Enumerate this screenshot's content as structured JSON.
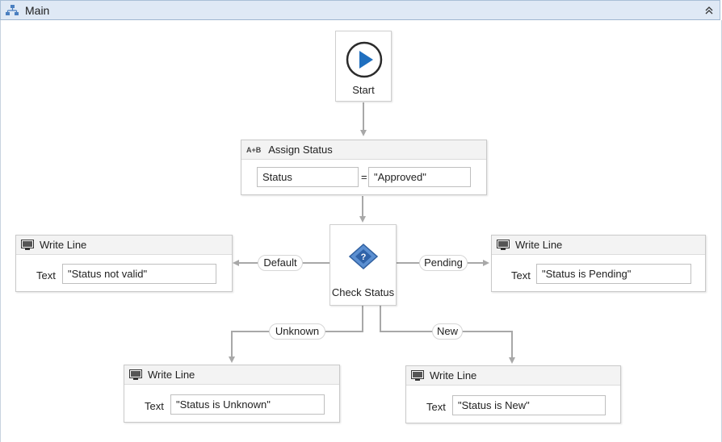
{
  "window": {
    "title": "Main",
    "collapse_icon": "double-chevron-up-icon"
  },
  "start": {
    "label": "Start",
    "icon": "play-icon"
  },
  "assign": {
    "title": "Assign Status",
    "icon_text": "A+B",
    "to": "Status",
    "operator": "=",
    "value": "\"Approved\""
  },
  "switch": {
    "label": "Check Status",
    "icon": "switch-diamond-icon"
  },
  "cases": {
    "default": "Default",
    "pending": "Pending",
    "unknown": "Unknown",
    "new": "New"
  },
  "write_lines": {
    "default": {
      "title": "Write Line",
      "text_label": "Text",
      "text_value": "\"Status not valid\""
    },
    "pending": {
      "title": "Write Line",
      "text_label": "Text",
      "text_value": "\"Status is Pending\""
    },
    "unknown": {
      "title": "Write Line",
      "text_label": "Text",
      "text_value": "\"Status is Unknown\""
    },
    "new": {
      "title": "Write Line",
      "text_label": "Text",
      "text_value": "\"Status is New\""
    }
  },
  "colors": {
    "accent": "#1f6fbf",
    "connector": "#a8a8a8",
    "header": "#dfe9f5"
  }
}
